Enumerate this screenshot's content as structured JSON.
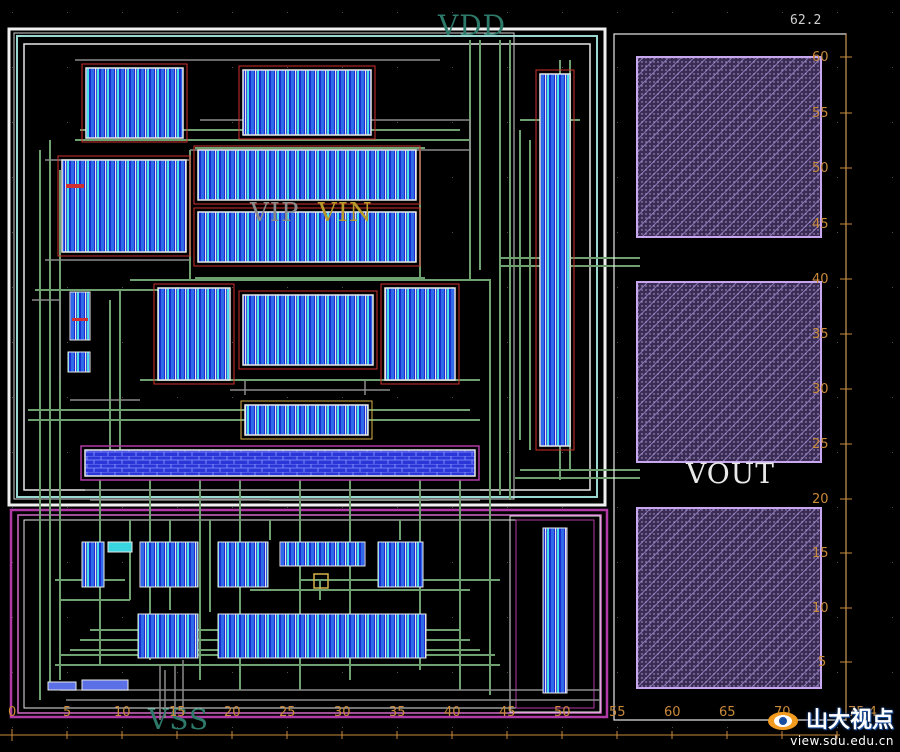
{
  "labels": {
    "vdd": "VDD",
    "vin": "VIN",
    "vip": "VIP",
    "vout": "VOUT",
    "vss": "VSS"
  },
  "corner_readout": "62.2",
  "x_ticks": [
    "0",
    "5",
    "10",
    "15",
    "20",
    "25",
    "30",
    "35",
    "40",
    "45",
    "50",
    "55",
    "60",
    "65",
    "70",
    "75.4"
  ],
  "y_ticks": [
    "60",
    "55",
    "50",
    "45",
    "40",
    "35",
    "30",
    "25",
    "20",
    "15",
    "10",
    "5"
  ],
  "watermark": {
    "brand": "山大视点",
    "url": "view.sdu.edu.cn"
  },
  "colors": {
    "background": "#000000",
    "metal_blue": "#1b2fd6",
    "metal_cyan": "#3ad6e0",
    "poly_red": "#d23030",
    "nwell_white": "#e8e8e8",
    "pwell_magenta": "#b23aa6",
    "pad_lilac": "#c9a7f0",
    "route_green": "#6ea070",
    "ruler_orange": "#c98a3a"
  }
}
